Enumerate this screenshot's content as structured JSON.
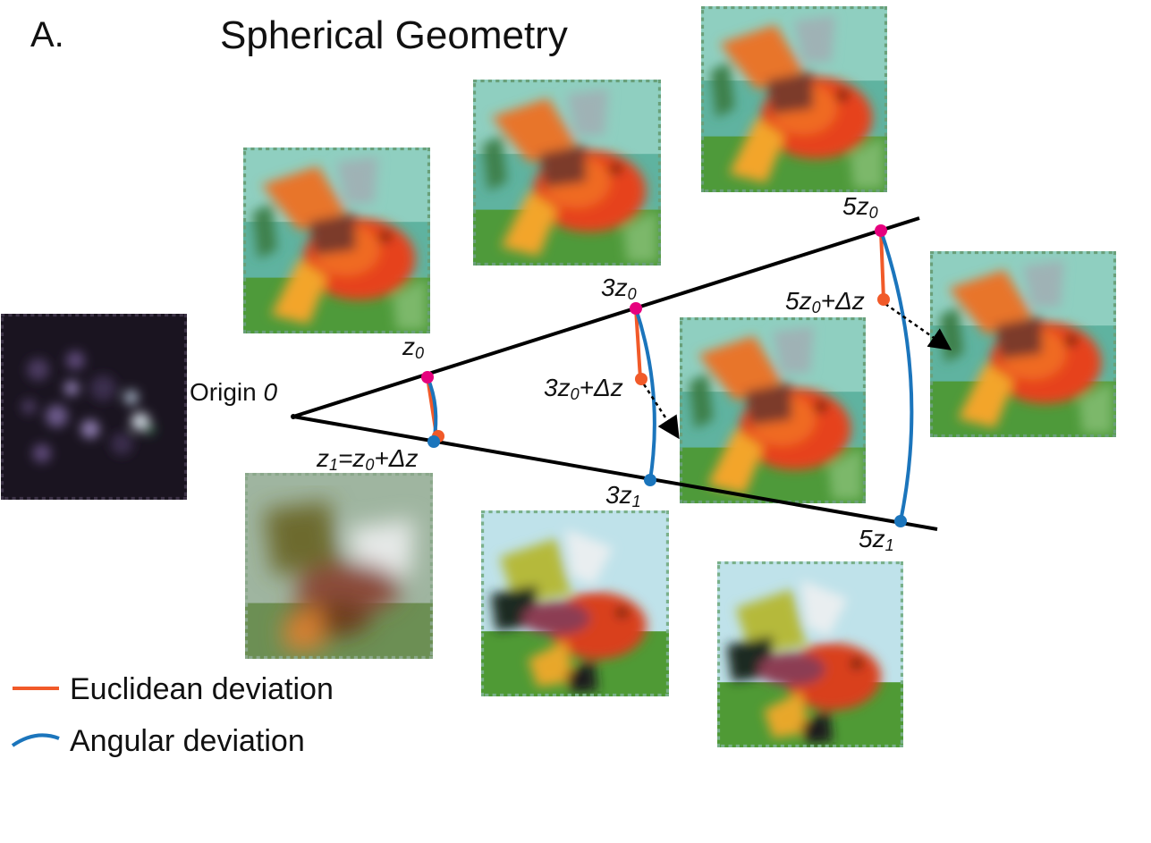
{
  "panel_letter": "A.",
  "title": "Spherical Geometry",
  "origin_label": {
    "text": "Origin ",
    "symbol": "0"
  },
  "points": {
    "z0": {
      "base": "z",
      "sub": "0"
    },
    "z1": {
      "base": "z",
      "sub": "1",
      "rest": "=z",
      "sub2": "0",
      "rest2": "+Δz"
    },
    "three_z0": {
      "base": "3z",
      "sub": "0"
    },
    "three_z0_dz": {
      "base": "3z",
      "sub": "0",
      "rest": "+Δz"
    },
    "three_z1": {
      "base": "3z",
      "sub": "1"
    },
    "five_z0": {
      "base": "5z",
      "sub": "0"
    },
    "five_z0_dz": {
      "base": "5z",
      "sub": "0",
      "rest": "+Δz"
    },
    "five_z1": {
      "base": "5z",
      "sub": "1"
    }
  },
  "legend": {
    "euclidean": "Euclidean deviation",
    "angular": "Angular deviation"
  },
  "colors": {
    "euclidean": "#f15a29",
    "angular": "#1b75bc",
    "anchor_point": "#e6007e",
    "ray": "#000000"
  },
  "images": [
    {
      "name": "origin-image",
      "palette": "dark"
    },
    {
      "name": "z0-image",
      "palette": "warm"
    },
    {
      "name": "z1-image",
      "palette": "muted"
    },
    {
      "name": "3z0-image",
      "palette": "warm"
    },
    {
      "name": "3z1-image",
      "palette": "cool"
    },
    {
      "name": "3z0-dz-image",
      "palette": "warm"
    },
    {
      "name": "5z0-image",
      "palette": "warm"
    },
    {
      "name": "5z1-image",
      "palette": "cool"
    },
    {
      "name": "5z0-dz-image",
      "palette": "warm"
    }
  ]
}
